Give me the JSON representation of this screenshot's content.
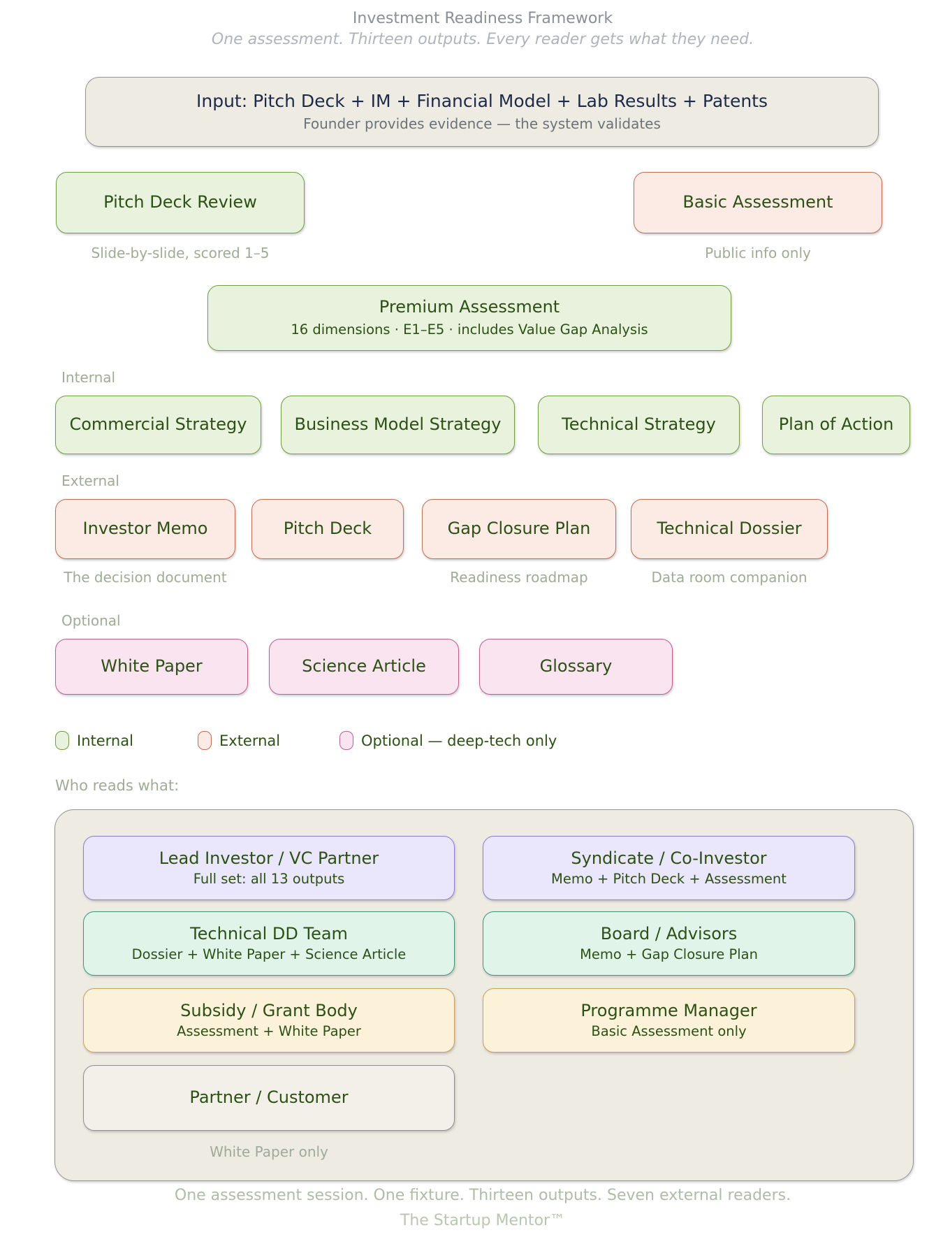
{
  "header": {
    "title": "Investment Readiness Framework",
    "subtitle": "One assessment. Thirteen outputs. Every reader gets what they need."
  },
  "input_box": {
    "title": "Input: Pitch Deck + IM + Financial Model + Lab Results + Patents",
    "subtitle": "Founder provides evidence — the system validates"
  },
  "top_row": {
    "pitch_deck_review": {
      "label": "Pitch Deck Review",
      "caption": "Slide-by-slide, scored 1–5"
    },
    "basic_assessment": {
      "label": "Basic Assessment",
      "caption": "Public info only"
    }
  },
  "premium": {
    "title": "Premium Assessment",
    "subtitle": "16 dimensions · E1–E5 · includes Value Gap Analysis"
  },
  "internal_section": {
    "label": "Internal",
    "items": [
      {
        "label": "Commercial Strategy"
      },
      {
        "label": "Business Model Strategy"
      },
      {
        "label": "Technical Strategy"
      },
      {
        "label": "Plan of Action"
      }
    ]
  },
  "external_section": {
    "label": "External",
    "items": [
      {
        "label": "Investor Memo",
        "caption": "The decision document"
      },
      {
        "label": "Pitch Deck"
      },
      {
        "label": "Gap Closure Plan",
        "caption": "Readiness roadmap"
      },
      {
        "label": "Technical Dossier",
        "caption": "Data room companion"
      }
    ]
  },
  "optional_section": {
    "label": "Optional",
    "items": [
      {
        "label": "White Paper"
      },
      {
        "label": "Science Article"
      },
      {
        "label": "Glossary"
      }
    ]
  },
  "legend": {
    "items": [
      {
        "label": "Internal",
        "fill": "#e8f2dc",
        "border": "#6fa044"
      },
      {
        "label": "External",
        "fill": "#fcebe4",
        "border": "#c06e52"
      },
      {
        "label": "Optional — deep-tech only",
        "fill": "#fae4f0",
        "border": "#bc5f94"
      }
    ]
  },
  "readers": {
    "label": "Who reads what:",
    "cards": [
      {
        "title": "Lead Investor / VC Partner",
        "subtitle": "Full set: all 13 outputs"
      },
      {
        "title": "Syndicate / Co-Investor",
        "subtitle": "Memo + Pitch Deck + Assessment"
      },
      {
        "title": "Technical DD Team",
        "subtitle": "Dossier + White Paper + Science Article"
      },
      {
        "title": "Board / Advisors",
        "subtitle": "Memo + Gap Closure Plan"
      },
      {
        "title": "Subsidy / Grant Body",
        "subtitle": "Assessment + White Paper"
      },
      {
        "title": "Programme Manager",
        "subtitle": "Basic Assessment only"
      },
      {
        "title": "Partner / Customer",
        "caption": "White Paper only"
      }
    ]
  },
  "footer": {
    "line1": "One assessment session. One fixture. Thirteen outputs. Seven external readers.",
    "line2": "The Startup Mentor™"
  },
  "colors": {
    "internal_fill": "#e8f2dc",
    "internal_border": "#6fa044",
    "external_fill": "#fcebe4",
    "external_border": "#c06e52",
    "optional_fill": "#fae4f0",
    "optional_border": "#bc5f94",
    "reader_investor_fill": "#eae6fc",
    "reader_investor_border": "#8b7dd8",
    "reader_technical_fill": "#e0f4ea",
    "reader_technical_border": "#3f9878",
    "reader_grant_fill": "#fcf2da",
    "reader_grant_border": "#c9a05c",
    "reader_partner_fill": "#f2f0e9",
    "reader_partner_border": "#8f8f8f",
    "panel_fill": "#edebe2",
    "panel_border": "#949494",
    "box_text": "#2d5016",
    "input_title_text": "#1e2a4a",
    "caption_text": "#9fab97",
    "footer_text": "#aebca8"
  }
}
